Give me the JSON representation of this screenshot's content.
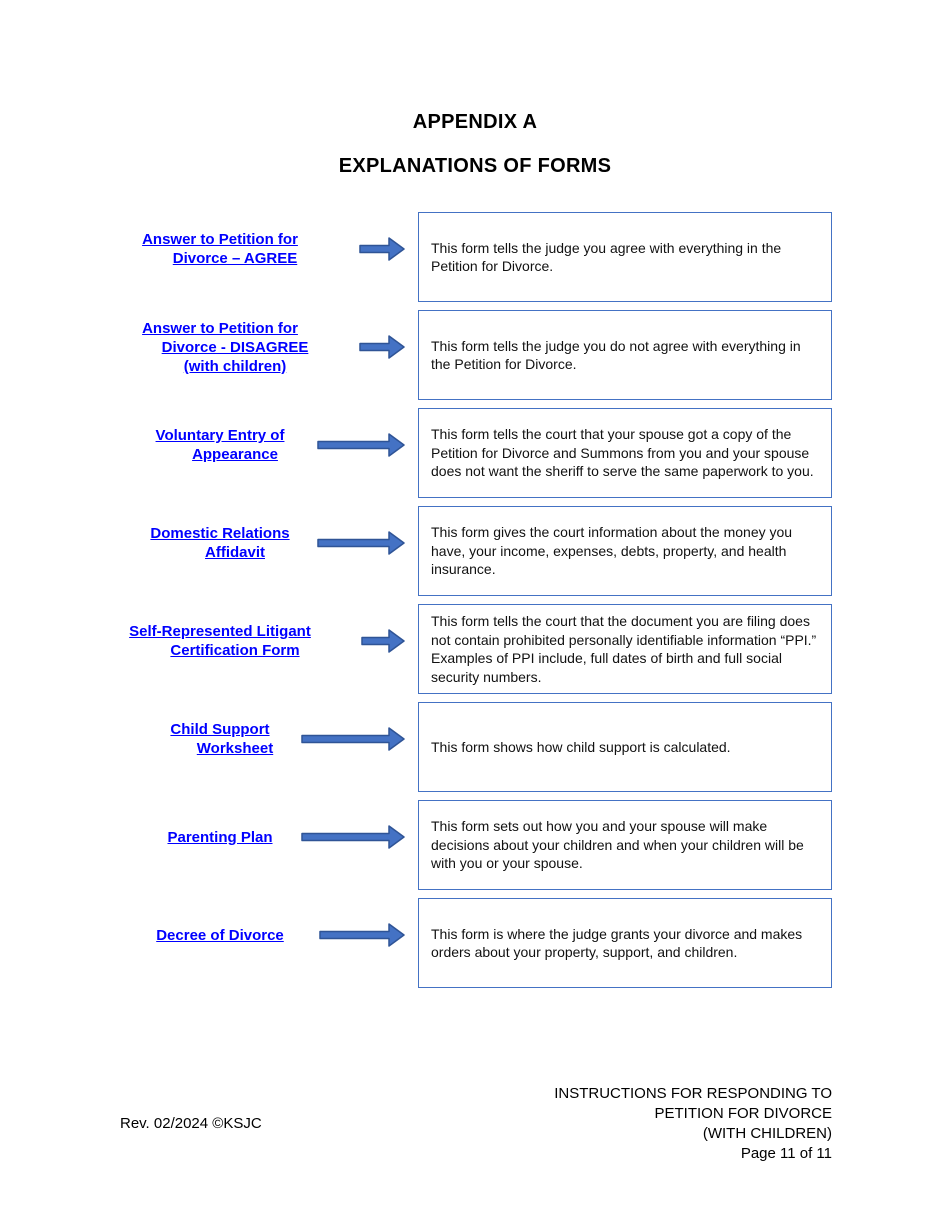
{
  "page": {
    "title": "APPENDIX A",
    "subtitle": "EXPLANATIONS OF FORMS"
  },
  "rows": [
    {
      "link_lines": [
        "Answer to Petition for",
        "Divorce – AGREE",
        ""
      ],
      "description": "This form tells the judge you agree with everything in the Petition for Divorce."
    },
    {
      "link_lines": [
        "Answer to Petition for",
        "Divorce - DISAGREE",
        "(with children)"
      ],
      "description": "This form tells the judge you do not agree with everything in the Petition for Divorce."
    },
    {
      "link_lines": [
        "Voluntary Entry of",
        "Appearance",
        ""
      ],
      "description": "This form tells the court that your spouse got a copy of the Petition for Divorce and Summons from you and your spouse does not want the sheriff to serve the same paperwork to you."
    },
    {
      "link_lines": [
        "Domestic Relations",
        "Affidavit",
        ""
      ],
      "description": "This form gives the court information about the money you have, your income, expenses, debts, property, and health insurance."
    },
    {
      "link_lines": [
        "Self-Represented Litigant",
        "Certification Form",
        ""
      ],
      "description": "This form tells the court that the document you are filing does not contain prohibited personally identifiable information “PPI.” Examples of PPI include, full dates of birth and full social security numbers."
    },
    {
      "link_lines": [
        "Child Support",
        "Worksheet",
        ""
      ],
      "description": "This form shows how child support is calculated."
    },
    {
      "link_lines": [
        "Parenting Plan",
        "",
        ""
      ],
      "description": "This form sets out how you and your spouse will make decisions about your children and when your children will be with you or your spouse."
    },
    {
      "link_lines": [
        "Decree of Divorce",
        "",
        ""
      ],
      "description": "This form is where the judge grants your divorce and makes orders about your property, support, and children."
    }
  ],
  "footer": {
    "revision": "Rev. 02/2024 ©KSJC",
    "right_lines": [
      "INSTRUCTIONS FOR RESPONDING TO",
      "PETITION FOR DIVORCE",
      "(WITH CHILDREN)",
      "Page 11 of 11"
    ]
  },
  "colors": {
    "link_blue": "#0000FF",
    "arrow_fill": "#4472C4",
    "arrow_outline": "#2F5496",
    "box_border": "#4472C4"
  }
}
